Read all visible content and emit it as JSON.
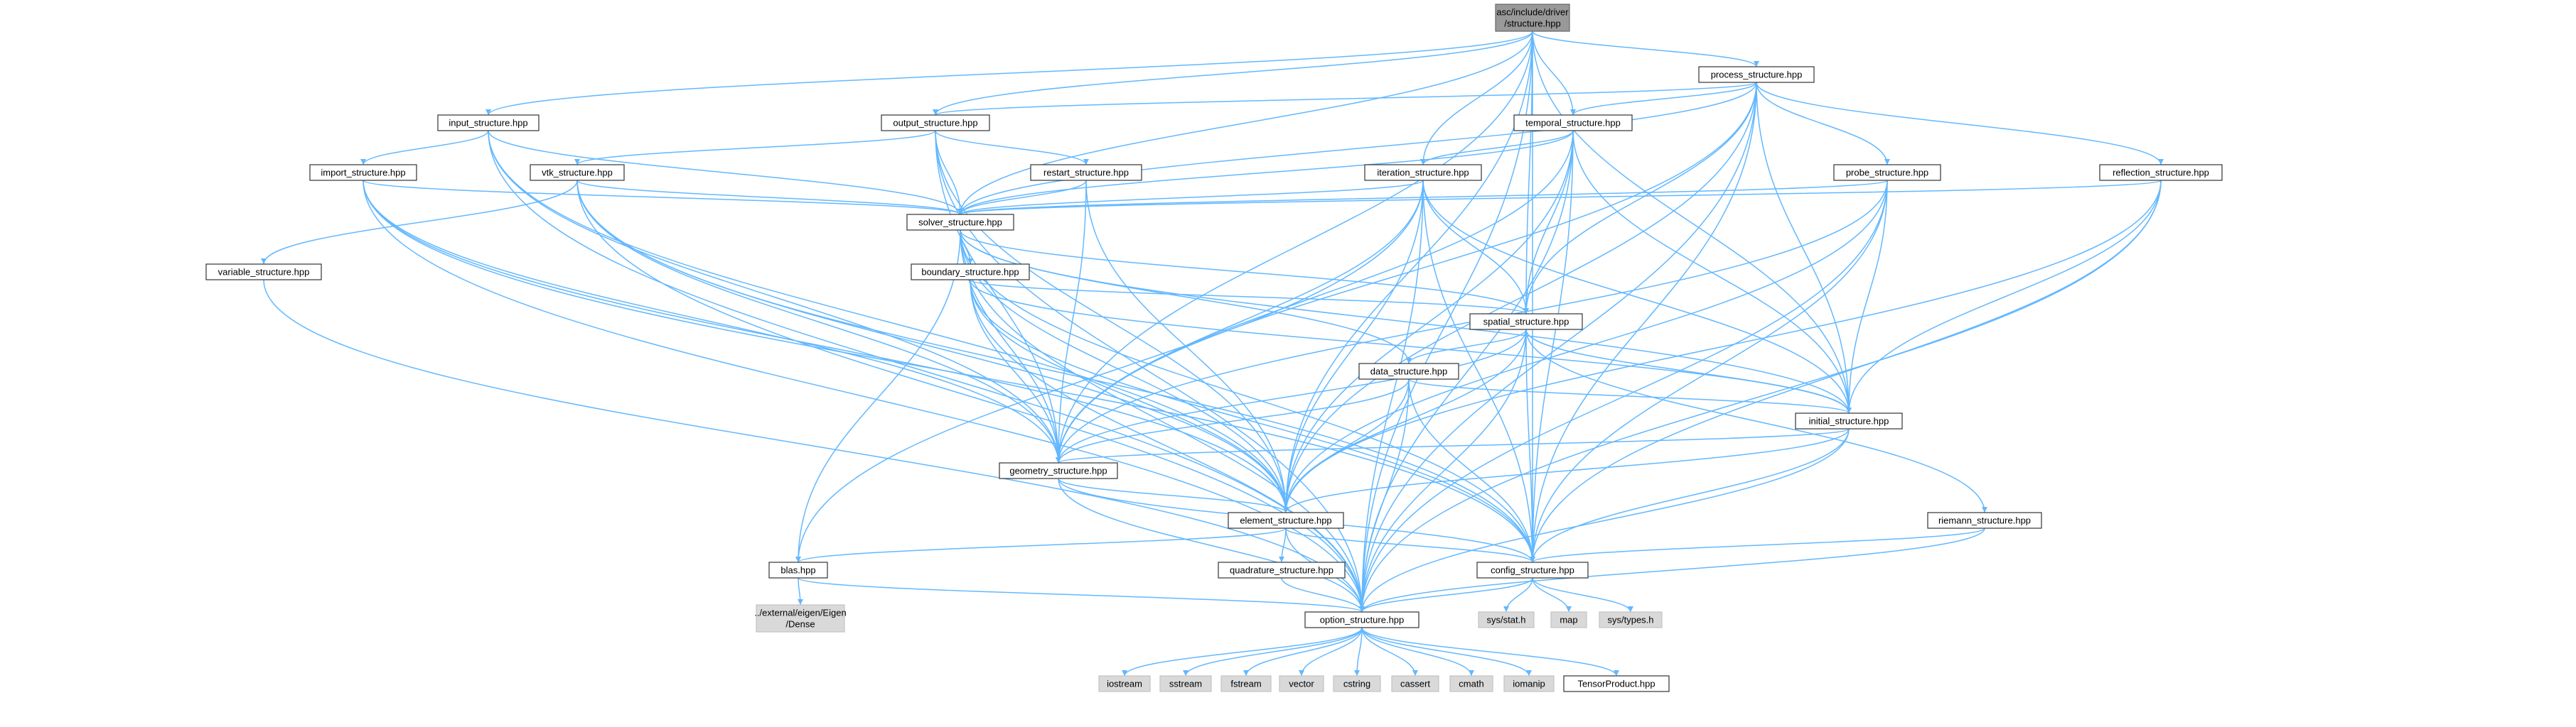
{
  "graph": {
    "root_title_line1": "asc/include/driver",
    "root_title_line2": "/structure.hpp",
    "nodes": {
      "input": "input_structure.hpp",
      "output": "output_structure.hpp",
      "process": "process_structure.hpp",
      "temporal": "temporal_structure.hpp",
      "import": "import_structure.hpp",
      "vtk": "vtk_structure.hpp",
      "restart": "restart_structure.hpp",
      "iteration": "iteration_structure.hpp",
      "probe": "probe_structure.hpp",
      "reflection": "reflection_structure.hpp",
      "solver": "solver_structure.hpp",
      "variable": "variable_structure.hpp",
      "boundary": "boundary_structure.hpp",
      "spatial": "spatial_structure.hpp",
      "data": "data_structure.hpp",
      "initial": "initial_structure.hpp",
      "geometry": "geometry_structure.hpp",
      "element": "element_structure.hpp",
      "riemann": "riemann_structure.hpp",
      "config": "config_structure.hpp",
      "blas": "blas.hpp",
      "quadrature": "quadrature_structure.hpp",
      "option": "option_structure.hpp",
      "systat": "sys/stat.h",
      "map": "map",
      "systypes": "sys/types.h",
      "eigen_line1": "../external/eigen/Eigen",
      "eigen_line2": "/Dense",
      "iostream": "iostream",
      "sstream": "sstream",
      "fstream": "fstream",
      "vector": "vector",
      "cstring": "cstring",
      "cassert": "cassert",
      "cmath": "cmath",
      "iomanip": "iomanip",
      "tensor": "TensorProduct.hpp"
    },
    "edges": [
      [
        "root",
        "input"
      ],
      [
        "root",
        "output"
      ],
      [
        "root",
        "process"
      ],
      [
        "root",
        "temporal"
      ],
      [
        "root",
        "iteration"
      ],
      [
        "root",
        "solver"
      ],
      [
        "root",
        "geometry"
      ],
      [
        "root",
        "spatial"
      ],
      [
        "root",
        "initial"
      ],
      [
        "root",
        "element"
      ],
      [
        "root",
        "config"
      ],
      [
        "root",
        "option"
      ],
      [
        "input",
        "import"
      ],
      [
        "input",
        "solver"
      ],
      [
        "input",
        "element"
      ],
      [
        "input",
        "geometry"
      ],
      [
        "input",
        "option"
      ],
      [
        "output",
        "vtk"
      ],
      [
        "output",
        "restart"
      ],
      [
        "output",
        "solver"
      ],
      [
        "output",
        "geometry"
      ],
      [
        "output",
        "element"
      ],
      [
        "output",
        "option"
      ],
      [
        "process",
        "output"
      ],
      [
        "process",
        "solver"
      ],
      [
        "process",
        "temporal"
      ],
      [
        "process",
        "probe"
      ],
      [
        "process",
        "reflection"
      ],
      [
        "process",
        "spatial"
      ],
      [
        "process",
        "geometry"
      ],
      [
        "process",
        "element"
      ],
      [
        "process",
        "config"
      ],
      [
        "process",
        "option"
      ],
      [
        "process",
        "initial"
      ],
      [
        "temporal",
        "iteration"
      ],
      [
        "temporal",
        "solver"
      ],
      [
        "temporal",
        "spatial"
      ],
      [
        "temporal",
        "initial"
      ],
      [
        "temporal",
        "geometry"
      ],
      [
        "temporal",
        "element"
      ],
      [
        "temporal",
        "config"
      ],
      [
        "temporal",
        "option"
      ],
      [
        "import",
        "solver"
      ],
      [
        "import",
        "geometry"
      ],
      [
        "import",
        "element"
      ],
      [
        "import",
        "option"
      ],
      [
        "import",
        "config"
      ],
      [
        "vtk",
        "variable"
      ],
      [
        "vtk",
        "solver"
      ],
      [
        "vtk",
        "geometry"
      ],
      [
        "vtk",
        "element"
      ],
      [
        "vtk",
        "config"
      ],
      [
        "vtk",
        "option"
      ],
      [
        "restart",
        "solver"
      ],
      [
        "restart",
        "geometry"
      ],
      [
        "restart",
        "element"
      ],
      [
        "iteration",
        "solver"
      ],
      [
        "iteration",
        "spatial"
      ],
      [
        "iteration",
        "initial"
      ],
      [
        "iteration",
        "geometry"
      ],
      [
        "iteration",
        "element"
      ],
      [
        "iteration",
        "config"
      ],
      [
        "iteration",
        "option"
      ],
      [
        "iteration",
        "blas"
      ],
      [
        "probe",
        "solver"
      ],
      [
        "probe",
        "initial"
      ],
      [
        "probe",
        "element"
      ],
      [
        "probe",
        "config"
      ],
      [
        "probe",
        "geometry"
      ],
      [
        "probe",
        "option"
      ],
      [
        "reflection",
        "solver"
      ],
      [
        "reflection",
        "initial"
      ],
      [
        "reflection",
        "element"
      ],
      [
        "reflection",
        "config"
      ],
      [
        "reflection",
        "option"
      ],
      [
        "solver",
        "boundary"
      ],
      [
        "solver",
        "spatial"
      ],
      [
        "solver",
        "data"
      ],
      [
        "solver",
        "initial"
      ],
      [
        "solver",
        "geometry"
      ],
      [
        "solver",
        "element"
      ],
      [
        "solver",
        "config"
      ],
      [
        "solver",
        "option"
      ],
      [
        "solver",
        "blas"
      ],
      [
        "variable",
        "option"
      ],
      [
        "boundary",
        "spatial"
      ],
      [
        "boundary",
        "initial"
      ],
      [
        "boundary",
        "geometry"
      ],
      [
        "boundary",
        "element"
      ],
      [
        "boundary",
        "config"
      ],
      [
        "boundary",
        "option"
      ],
      [
        "spatial",
        "data"
      ],
      [
        "spatial",
        "initial"
      ],
      [
        "spatial",
        "geometry"
      ],
      [
        "spatial",
        "element"
      ],
      [
        "spatial",
        "config"
      ],
      [
        "spatial",
        "riemann"
      ],
      [
        "spatial",
        "option"
      ],
      [
        "data",
        "initial"
      ],
      [
        "data",
        "geometry"
      ],
      [
        "data",
        "element"
      ],
      [
        "data",
        "config"
      ],
      [
        "data",
        "option"
      ],
      [
        "initial",
        "geometry"
      ],
      [
        "initial",
        "element"
      ],
      [
        "initial",
        "config"
      ],
      [
        "initial",
        "option"
      ],
      [
        "geometry",
        "element"
      ],
      [
        "geometry",
        "config"
      ],
      [
        "geometry",
        "option"
      ],
      [
        "element",
        "config"
      ],
      [
        "element",
        "blas"
      ],
      [
        "element",
        "quadrature"
      ],
      [
        "element",
        "option"
      ],
      [
        "riemann",
        "config"
      ],
      [
        "riemann",
        "option"
      ],
      [
        "config",
        "option"
      ],
      [
        "config",
        "systat"
      ],
      [
        "config",
        "map"
      ],
      [
        "config",
        "systypes"
      ],
      [
        "blas",
        "eigen"
      ],
      [
        "blas",
        "option"
      ],
      [
        "quadrature",
        "option"
      ],
      [
        "option",
        "iostream"
      ],
      [
        "option",
        "sstream"
      ],
      [
        "option",
        "fstream"
      ],
      [
        "option",
        "vector"
      ],
      [
        "option",
        "cstring"
      ],
      [
        "option",
        "cassert"
      ],
      [
        "option",
        "cmath"
      ],
      [
        "option",
        "iomanip"
      ],
      [
        "option",
        "tensor"
      ]
    ]
  }
}
